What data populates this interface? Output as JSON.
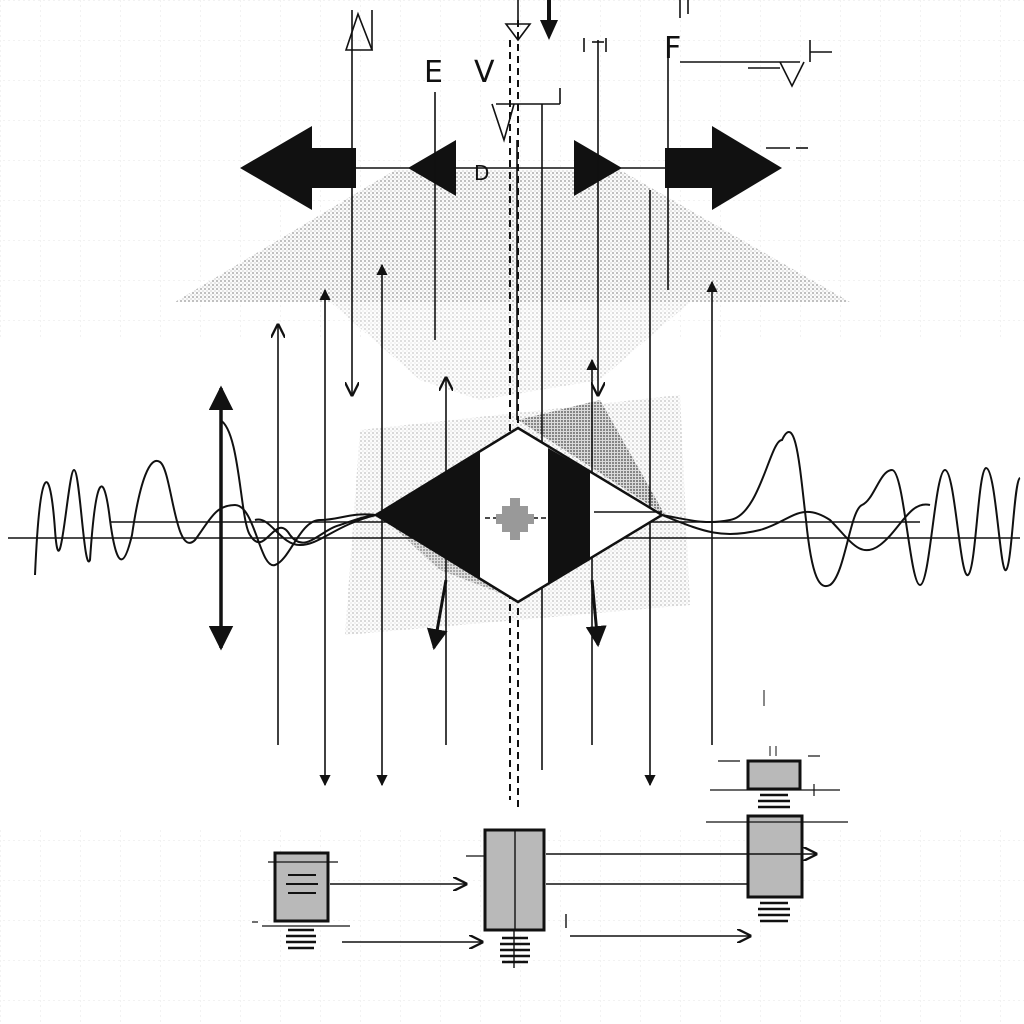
{
  "labels": {
    "e": "E",
    "v": "V",
    "d": "D",
    "f": "F"
  },
  "colors": {
    "ink": "#111111",
    "block_fill": "#b9b9b9",
    "halftone": "#9a9a9a",
    "grid": "#e6e6e6",
    "background": "#ffffff"
  }
}
